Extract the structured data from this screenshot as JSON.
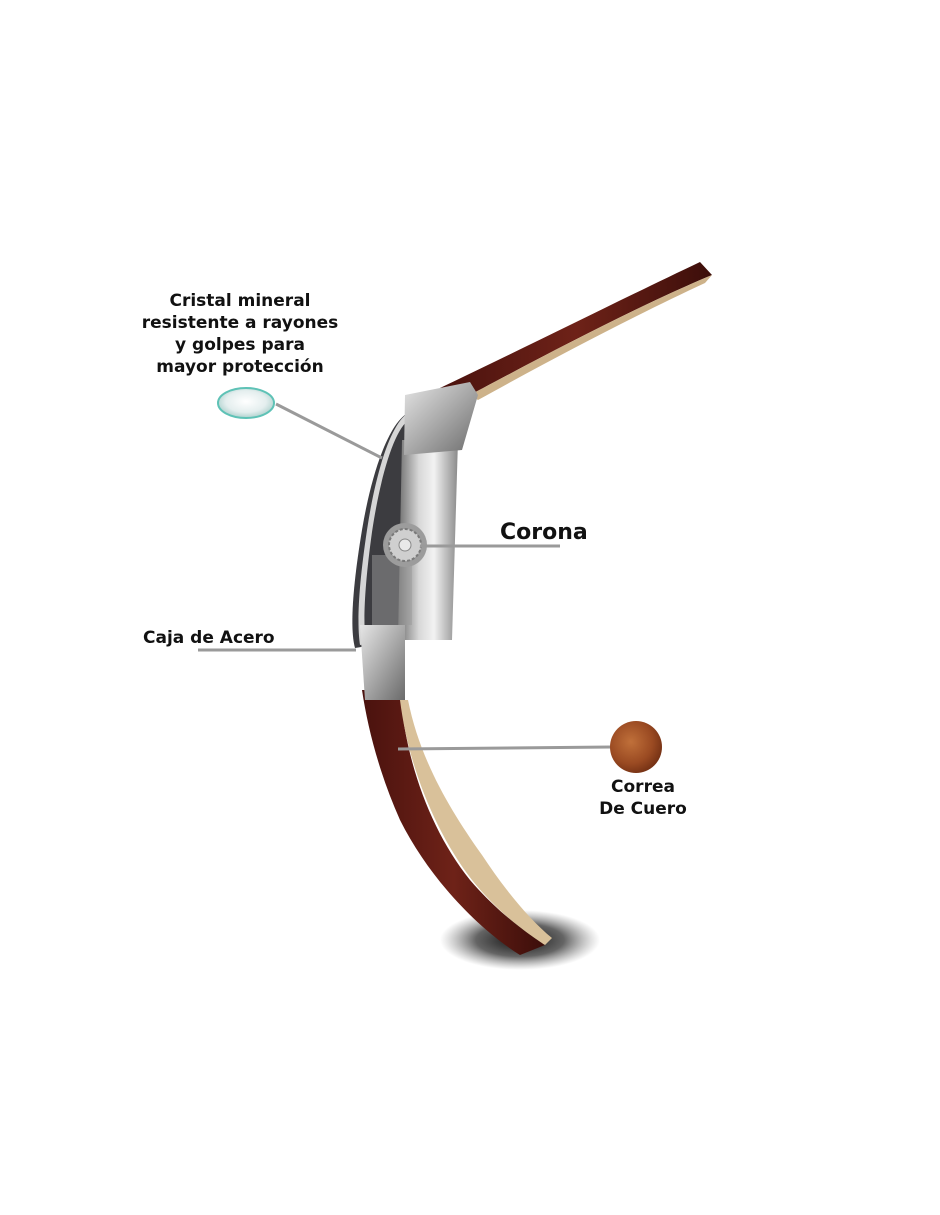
{
  "callouts": {
    "crystal": {
      "lines": [
        "Cristal mineral",
        "resistente a rayones",
        "y golpes para",
        "mayor protección"
      ]
    },
    "crown": {
      "label": "Corona"
    },
    "case": {
      "label": "Caja de Acero"
    },
    "strap": {
      "lines": [
        "Correa",
        "De Cuero"
      ]
    }
  },
  "colors": {
    "leader_line": "#9a9a9a",
    "strap_leather": "#5a1a14",
    "strap_lining": "#d9c19a",
    "steel": "#b8b8b8",
    "leather_swatch": "#a0522d"
  },
  "icons": [
    "crystal-glass-icon",
    "leather-swatch-icon",
    "crown-icon"
  ]
}
